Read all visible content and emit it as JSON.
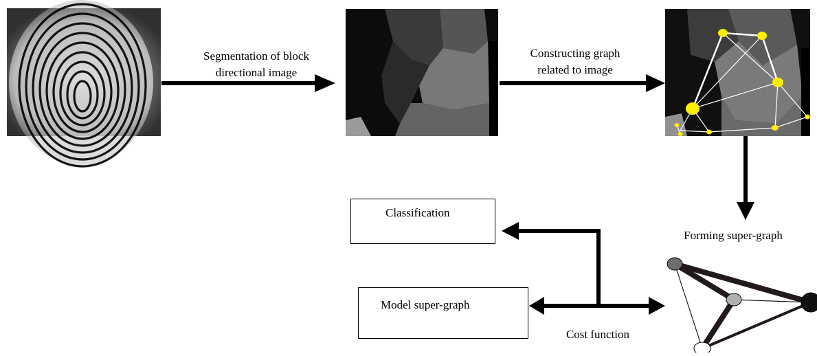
{
  "steps": {
    "segmentation_line1": "Segmentation of block",
    "segmentation_line2": "directional image",
    "graph_line1": "Constructing graph",
    "graph_line2": "related to image",
    "super_graph": "Forming super-graph",
    "cost_function": "Cost function"
  },
  "boxes": {
    "classification": "Classification",
    "model_super_graph": "Model super-graph"
  },
  "colors": {
    "graph_node": "#ffee00",
    "arrow": "#000000"
  }
}
